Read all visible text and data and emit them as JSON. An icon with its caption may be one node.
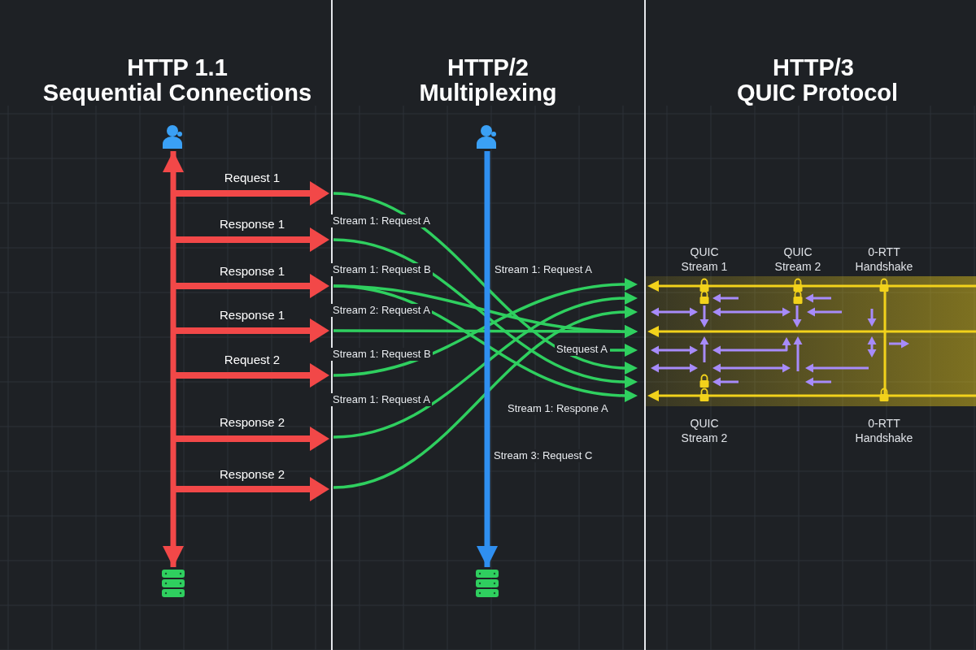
{
  "diagram": {
    "nodes": [
      {
        "text": [],
        "shape": "person"
      },
      {
        "text": [],
        "shape": "server"
      },
      {
        "text": [],
        "shape": "person"
      },
      {
        "text": [],
        "shape": "server"
      }
    ],
    "edges": [
      {
        "from": 0,
        "to": 1,
        "arrow": "both",
        "color": "#f24848"
      },
      {
        "from": 2,
        "to": 3,
        "arrow": "to",
        "color": "#2f8ff0"
      }
    ],
    "labels": [
      "HTTP 1.1",
      "Sequential Connections",
      "HTTP/2",
      "Multiplexing",
      "HTTP/3",
      "QUIC Protocol",
      "Request 1",
      "Response 1",
      "Response 1",
      "Response 1",
      "Request 2",
      "Response 2",
      "Response 2",
      "Stream 1: Request A",
      "Stream 1: Request B",
      "Stream 2: Request A",
      "Stream 1: Request B",
      "Stream 1: Request A",
      "Stream 1: Request A",
      "Stequest A",
      "Stream 1: Respone A",
      "Stream 3: Request C",
      "QUIC Stream 1",
      "QUIC Stream 2",
      "0-RTT Handshake",
      "QUIC Stream 2",
      "0-RTT Handshake"
    ]
  }
}
